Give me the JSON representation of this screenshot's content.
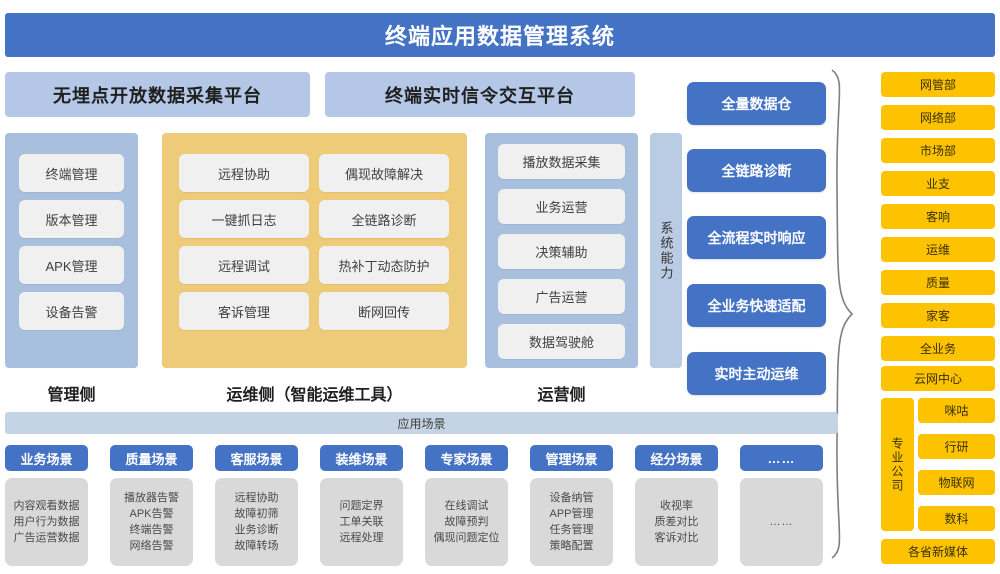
{
  "title": "终端应用数据管理系统",
  "platforms": [
    {
      "label": "无埋点开放数据采集平台"
    },
    {
      "label": "终端实时信令交互平台"
    }
  ],
  "columns": [
    {
      "key": "manage",
      "caption": "管理侧",
      "color": "#a8c0de",
      "items": [
        "终端管理",
        "版本管理",
        "APK管理",
        "设备告警"
      ]
    },
    {
      "key": "ops",
      "caption": "运维侧（智能运维工具）",
      "color": "#eecb78",
      "items_left": [
        "远程协助",
        "一键抓日志",
        "远程调试",
        "客诉管理"
      ],
      "items_right": [
        "偶现故障解决",
        "全链路诊断",
        "热补丁动态防护",
        "断网回传"
      ]
    },
    {
      "key": "biz",
      "caption": "运营侧",
      "color": "#a8c0de",
      "items": [
        "播放数据采集",
        "业务运营",
        "决策辅助",
        "广告运营",
        "数据驾驶舱"
      ]
    }
  ],
  "system_capability": {
    "vertical_label": "系统能力",
    "buttons": [
      "全量数据仓",
      "全链路诊断",
      "全流程实时响应",
      "全业务快速适配",
      "实时主动运维"
    ]
  },
  "departments": {
    "top": [
      "网管部",
      "网络部",
      "市场部",
      "业支",
      "客响",
      "运维",
      "质量",
      "家客",
      "全业务",
      "云网中心"
    ],
    "group_label": "专业公司",
    "group_items": [
      "咪咕",
      "行研",
      "物联网",
      "数科"
    ],
    "bottom": [
      "各省新媒体"
    ]
  },
  "scenarios": {
    "header": "应用场景",
    "items": [
      {
        "tab": "业务场景",
        "lines": "内容观看数据\n用户行为数据\n广告运营数据"
      },
      {
        "tab": "质量场景",
        "lines": "播放器告警\nAPK告警\n终端告警\n网络告警"
      },
      {
        "tab": "客服场景",
        "lines": "远程协助\n故障初筛\n业务诊断\n故障转场"
      },
      {
        "tab": "装维场景",
        "lines": "问题定界\n工单关联\n远程处理"
      },
      {
        "tab": "专家场景",
        "lines": "在线调试\n故障预判\n偶现问题定位"
      },
      {
        "tab": "管理场景",
        "lines": "设备纳管\nAPP管理\n任务管理\n策略配置"
      },
      {
        "tab": "经分场景",
        "lines": "收视率\n质差对比\n客诉对比"
      },
      {
        "tab": "……",
        "lines": "……"
      }
    ]
  },
  "colors": {
    "brand_blue": "#4472c4",
    "header_blue": "#b4c7e7",
    "panel_blue": "#a8c0de",
    "panel_orange": "#eecb78",
    "chip_gray": "#f0f0f0",
    "dept_yellow": "#fdc300",
    "scenario_gray": "#d9d9d9",
    "scenario_header": "#c5d4e4"
  }
}
